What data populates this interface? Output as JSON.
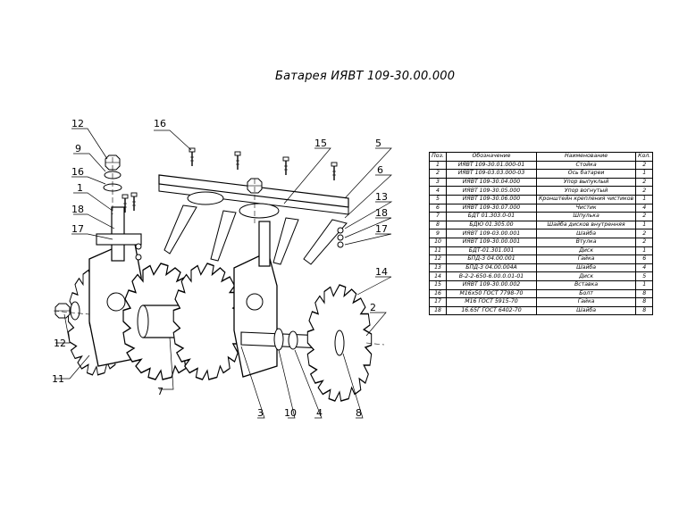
{
  "title": "Батарея ИЯВТ 109-30.00.000",
  "table": {
    "headers": [
      "Поз.",
      "Обозначение",
      "Наименование",
      "Кол."
    ],
    "rows": [
      [
        "1",
        "ИЯВТ 109-30.01.000-01",
        "Стойка",
        "2"
      ],
      [
        "2",
        "ИЯВТ 109-03.03.000-03",
        "Ось батареи",
        "1"
      ],
      [
        "3",
        "ИЯВТ 109-30.04.000",
        "Упор выпуклый",
        "2"
      ],
      [
        "4",
        "ИЯВТ 109-30.05.000",
        "Упор вогнутый",
        "2"
      ],
      [
        "5",
        "ИЯВТ 109-30.06.000",
        "Кронштейн крепления чистиков",
        "1"
      ],
      [
        "6",
        "ИЯВТ 109-30.07.000",
        "Чистик",
        "4"
      ],
      [
        "7",
        "БДТ 01.303.0-01",
        "Шпулька",
        "2"
      ],
      [
        "8",
        "БДЮ 01.305.00",
        "Шайба дисков внутренняя",
        "1"
      ],
      [
        "9",
        "ИЯВТ 109-03.00.001",
        "Шайба",
        "2"
      ],
      [
        "10",
        "ИЯВТ 109-30.00.001",
        "Втулка",
        "2"
      ],
      [
        "11",
        "БДТ-01.301.001",
        "Диск",
        "1"
      ],
      [
        "12",
        "БПД-3 04.00.001",
        "Гайка",
        "6"
      ],
      [
        "13",
        "БПД-3 04.00.004А",
        "Шайба",
        "4"
      ],
      [
        "14",
        "В-2-2-650-6.00.0.01-01",
        "Диск",
        "5"
      ],
      [
        "15",
        "ИЯВТ 109-30.00.002",
        "Вставка",
        "1"
      ],
      [
        "16",
        "М16х50 ГОСТ 7798-70",
        "Болт",
        "8"
      ],
      [
        "17",
        "М16 ГОСТ 5915-70",
        "Гайка",
        "8"
      ],
      [
        "18",
        "16.65Г ГОСТ 6402-70",
        "Шайба",
        "8"
      ]
    ]
  },
  "callouts": {
    "c1": "1",
    "c2": "2",
    "c3": "3",
    "c4": "4",
    "c5": "5",
    "c6": "6",
    "c7": "7",
    "c8": "8",
    "c9": "9",
    "c10": "10",
    "c11": "11",
    "c12a": "12",
    "c12b": "12",
    "c13": "13",
    "c14": "14",
    "c15": "15",
    "c16a": "16",
    "c16b": "16",
    "c17a": "17",
    "c17b": "17",
    "c18a": "18",
    "c18b": "18"
  }
}
